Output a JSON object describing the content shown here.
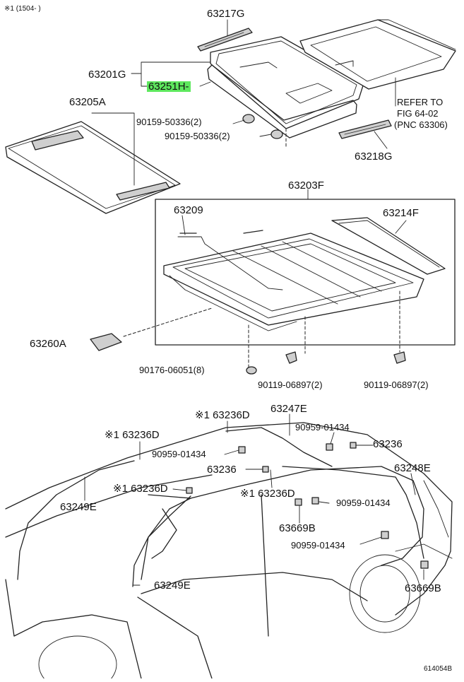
{
  "header_note": "※1 (1504-      )",
  "figure_code": "614054B",
  "labels": {
    "p63217G": "63217G",
    "p63201G": "63201G",
    "p63251H": "63251H-",
    "p63205A": "63205A",
    "p90159a": "90159-50336(2)",
    "p90159b": "90159-50336(2)",
    "refer1": "REFER TO",
    "refer2": "FIG 64-02",
    "refer3": "(PNC 63306)",
    "p63218G": "63218G",
    "p63203F": "63203F",
    "p63209": "63209",
    "p63214F": "63214F",
    "p63260A": "63260A",
    "p90176": "90176-06051(8)",
    "p90119a": "90119-06897(2)",
    "p90119b": "90119-06897(2)",
    "p63236Da": "※1 63236D",
    "p63247E": "63247E",
    "p90959a": "90959-01434",
    "p63236Db": "※1 63236D",
    "p63236a": "63236",
    "p90959b": "90959-01434",
    "p63236b": "63236",
    "p63248E": "63248E",
    "p63236Dc": "※1 63236D",
    "p63236Dd": "※1 63236D",
    "p63249Ea": "63249E",
    "p90959c": "90959-01434",
    "p63669Ba": "63669B",
    "p90959d": "90959-01434",
    "p63249Eb": "63249E",
    "p63669Bb": "63669B"
  }
}
